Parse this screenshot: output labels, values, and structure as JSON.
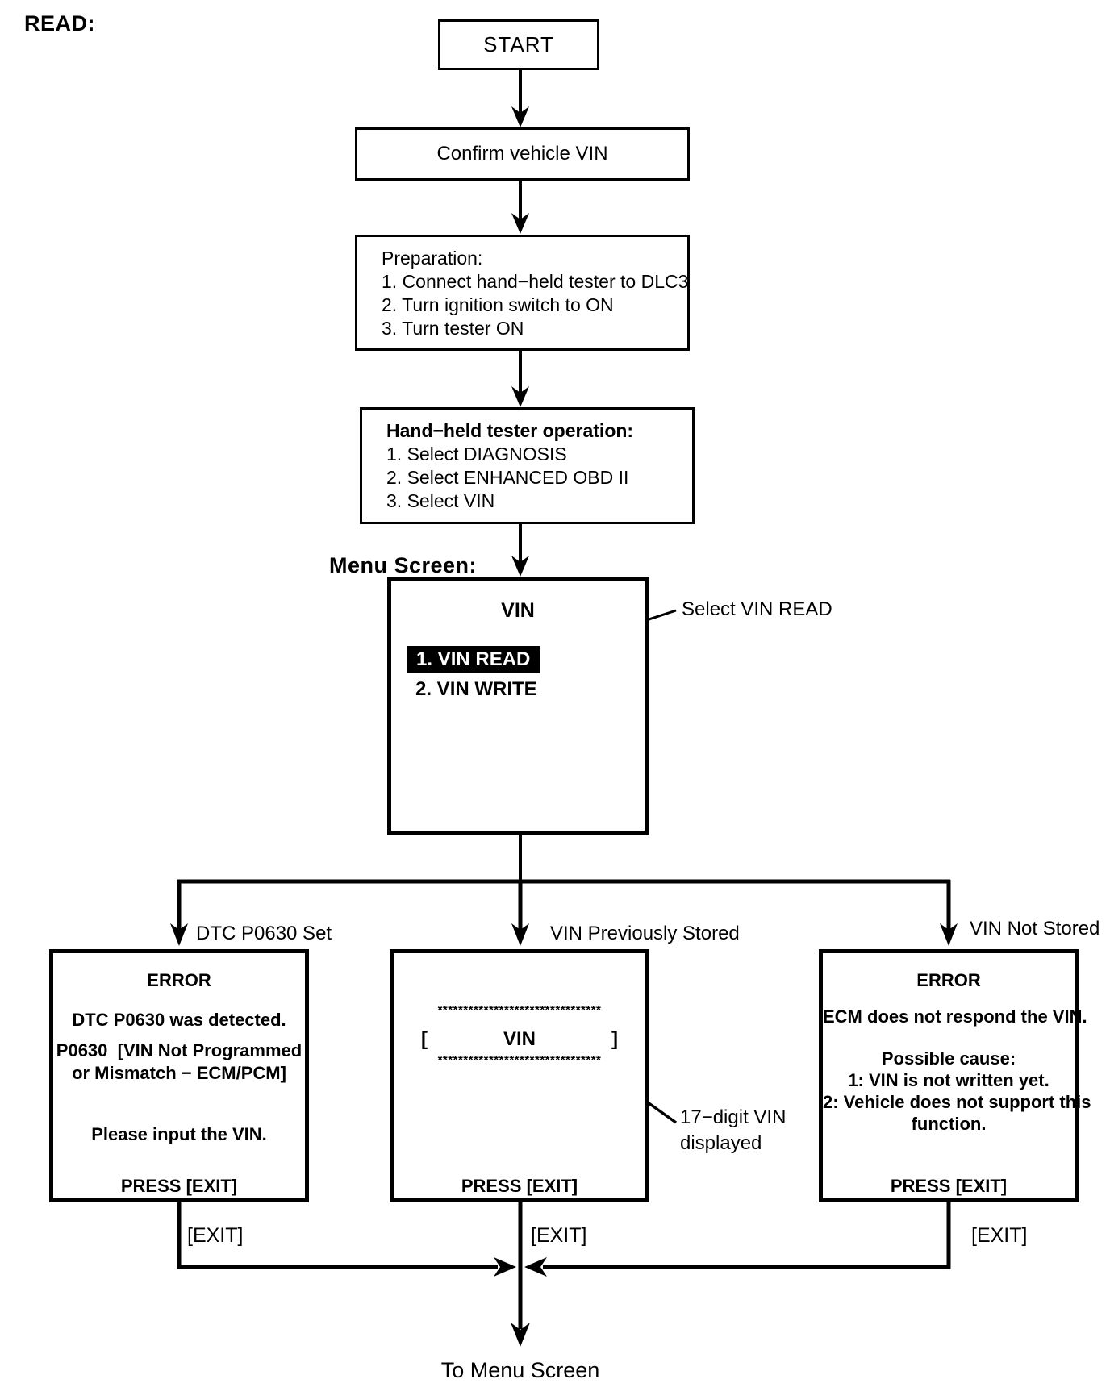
{
  "page": {
    "read_label": "READ:",
    "to_menu_label": "To Menu Screen"
  },
  "flow": {
    "start": "START",
    "confirm": "Confirm vehicle VIN",
    "preparation": {
      "title": "Preparation:",
      "items": [
        "1. Connect hand−held tester to DLC3",
        "2. Turn ignition switch to ON",
        "3. Turn tester ON"
      ]
    },
    "tester_op": {
      "title": "Hand−held tester operation:",
      "items": [
        "1. Select DIAGNOSIS",
        "2. Select ENHANCED OBD II",
        "3. Select VIN"
      ]
    }
  },
  "menu_screen": {
    "label": "Menu Screen:",
    "title": "VIN",
    "selected_item": "1. VIN READ",
    "item2": "2. VIN WRITE",
    "callout": "Select VIN READ"
  },
  "branches": {
    "left_label": "DTC P0630 Set",
    "middle_label": "VIN Previously Stored",
    "right_label": "VIN Not Stored"
  },
  "error_left": {
    "title": "ERROR",
    "line1": "DTC P0630 was detected.",
    "line2": "P0630  [VIN Not Programmed",
    "line3": "or Mismatch − ECM/PCM]",
    "line4": "Please input the VIN.",
    "press": "PRESS [EXIT]"
  },
  "vin_screen": {
    "stars": "********************************",
    "bracket_open": "[",
    "title": "VIN",
    "bracket_close": "]",
    "press": "PRESS [EXIT]",
    "callout_line1": "17−digit VIN",
    "callout_line2": "displayed"
  },
  "error_right": {
    "title": "ERROR",
    "line1": "ECM does not respond the VIN.",
    "line2": "Possible cause:",
    "line3": "1: VIN is not written yet.",
    "line4": "2: Vehicle does not support this",
    "line5": "function.",
    "press": "PRESS [EXIT]"
  },
  "exits": {
    "left": "[EXIT]",
    "middle": "[EXIT]",
    "right": "[EXIT]"
  },
  "colors": {
    "ink": "#000000",
    "background": "#ffffff",
    "highlight_bg": "#000000",
    "highlight_text": "#ffffff"
  }
}
